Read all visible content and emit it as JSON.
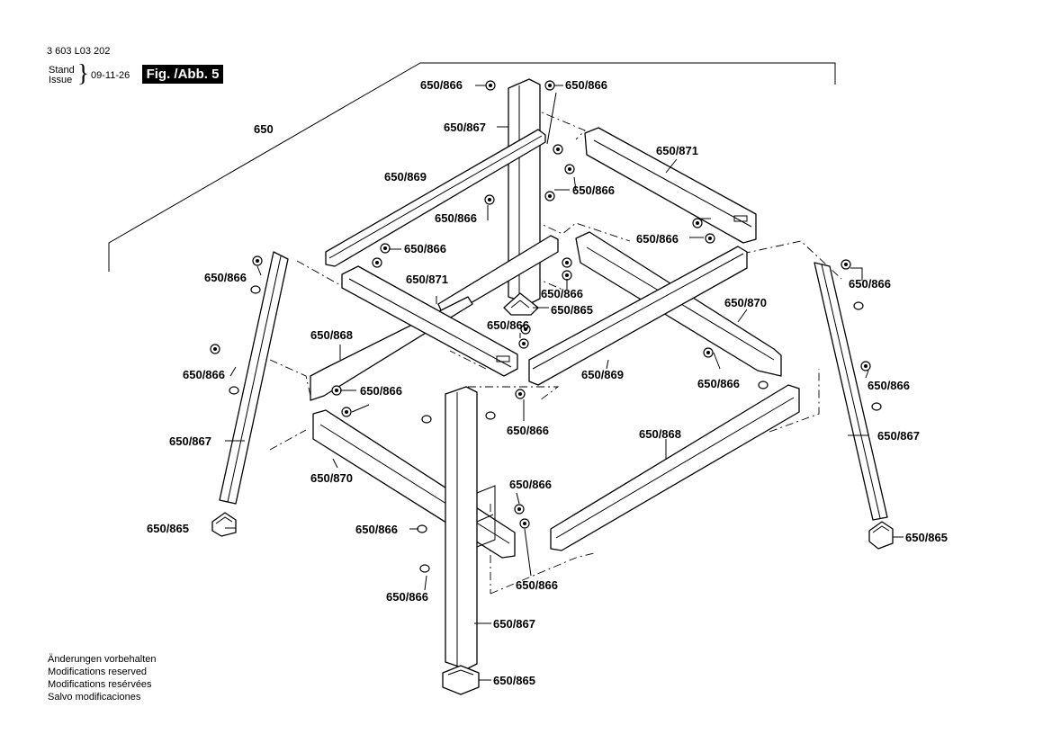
{
  "header": {
    "doc_number": "3 603 L03 202",
    "stand_label": "Stand",
    "issue_label": "Issue",
    "brace": "}",
    "issue_date": "09-11-26",
    "figure_badge": "Fig. /Abb. 5"
  },
  "notes": [
    "Änderungen vorbehalten",
    "Modifications reserved",
    "Modifications resérvées",
    "Salvo modificaciones"
  ],
  "part_labels": {
    "assembly": "650",
    "foot": "650/865",
    "fastener": "650/866",
    "leg": "650/867",
    "long_rail": "650/868",
    "top_rail": "650/869",
    "lower_rail": "650/870",
    "top_crossbar": "650/871"
  }
}
